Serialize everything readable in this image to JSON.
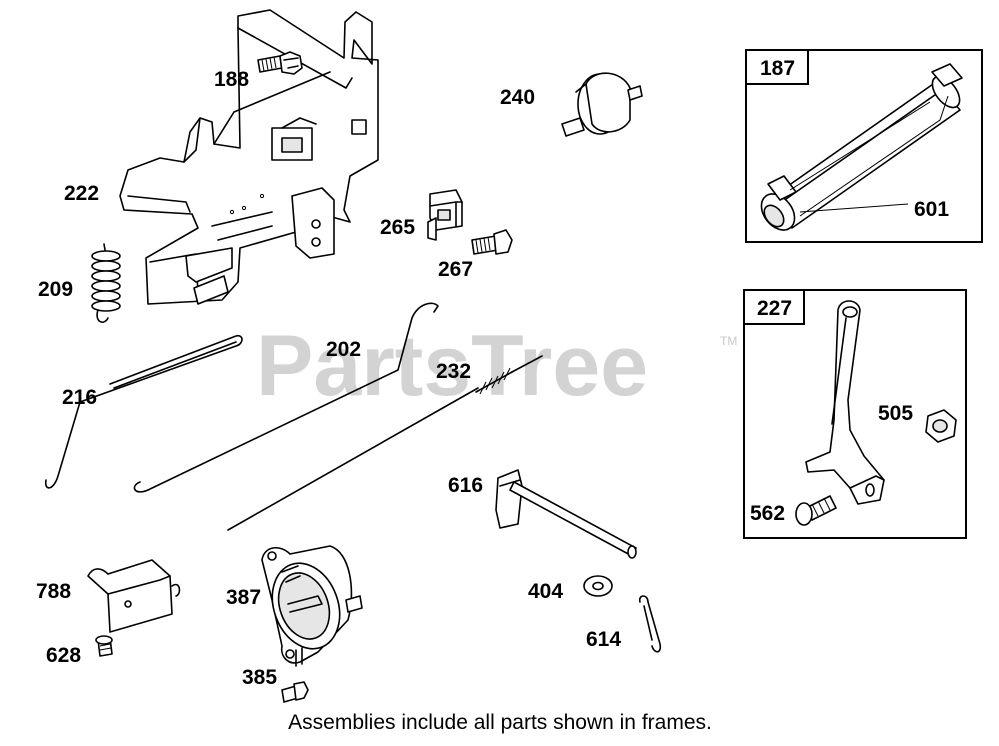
{
  "watermark": {
    "brand": "PartsTree",
    "trademark": "TM"
  },
  "caption": "Assemblies include all parts shown in frames.",
  "frames": {
    "f187": {
      "number": "187"
    },
    "f227": {
      "number": "227"
    }
  },
  "callouts": {
    "c188": "188",
    "c222": "222",
    "c209": "209",
    "c216": "216",
    "c202": "202",
    "c240": "240",
    "c265": "265",
    "c267": "267",
    "c232": "232",
    "c616": "616",
    "c404": "404",
    "c614": "614",
    "c788": "788",
    "c628": "628",
    "c387": "387",
    "c385": "385",
    "c601": "601",
    "c505": "505",
    "c562": "562"
  }
}
